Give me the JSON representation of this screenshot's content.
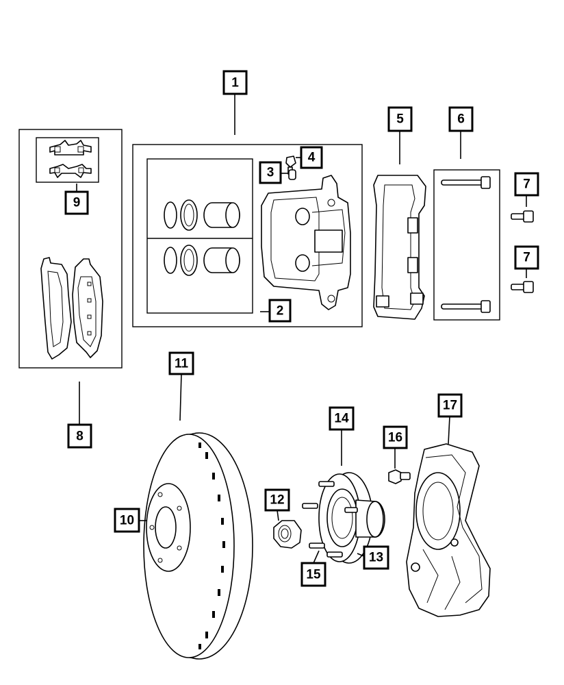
{
  "callouts": [
    {
      "id": "callout-1",
      "label": "1"
    },
    {
      "id": "callout-2",
      "label": "2"
    },
    {
      "id": "callout-3",
      "label": "3"
    },
    {
      "id": "callout-4",
      "label": "4"
    },
    {
      "id": "callout-5",
      "label": "5"
    },
    {
      "id": "callout-6",
      "label": "6"
    },
    {
      "id": "callout-7a",
      "label": "7"
    },
    {
      "id": "callout-7b",
      "label": "7"
    },
    {
      "id": "callout-8",
      "label": "8"
    },
    {
      "id": "callout-9",
      "label": "9"
    },
    {
      "id": "callout-10",
      "label": "10"
    },
    {
      "id": "callout-11",
      "label": "11"
    },
    {
      "id": "callout-12",
      "label": "12"
    },
    {
      "id": "callout-13",
      "label": "13"
    },
    {
      "id": "callout-14",
      "label": "14"
    },
    {
      "id": "callout-15",
      "label": "15"
    },
    {
      "id": "callout-16",
      "label": "16"
    },
    {
      "id": "callout-17",
      "label": "17"
    }
  ]
}
